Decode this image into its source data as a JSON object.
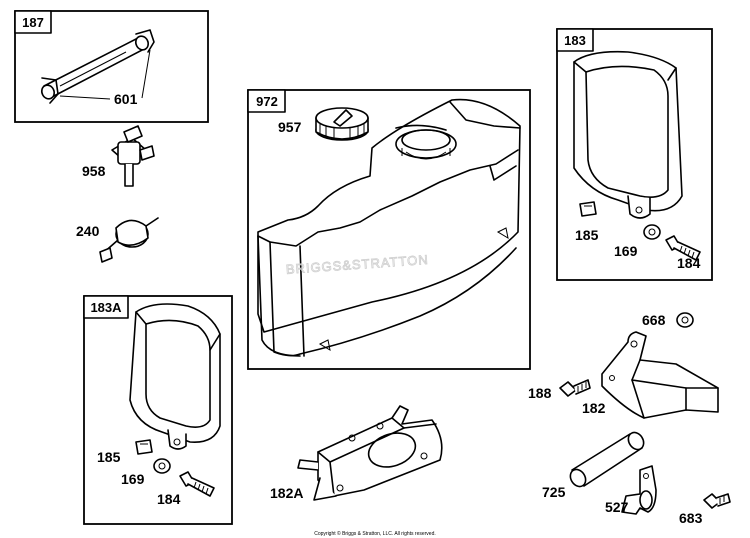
{
  "kits": {
    "k187": "187",
    "k972": "972",
    "k183": "183",
    "k183a": "183A"
  },
  "parts": {
    "p601": "601",
    "p958": "958",
    "p240": "240",
    "p957": "957",
    "p185a": "185",
    "p169a": "169",
    "p184a": "184",
    "p185b": "185",
    "p169b": "169",
    "p184b": "184",
    "p668": "668",
    "p188": "188",
    "p182": "182",
    "p182a": "182A",
    "p725": "725",
    "p527": "527",
    "p683": "683"
  },
  "watermark": "BRIGGS&STRATTON",
  "copyright": "Copyright © Briggs & Stratton, LLC. All rights reserved."
}
